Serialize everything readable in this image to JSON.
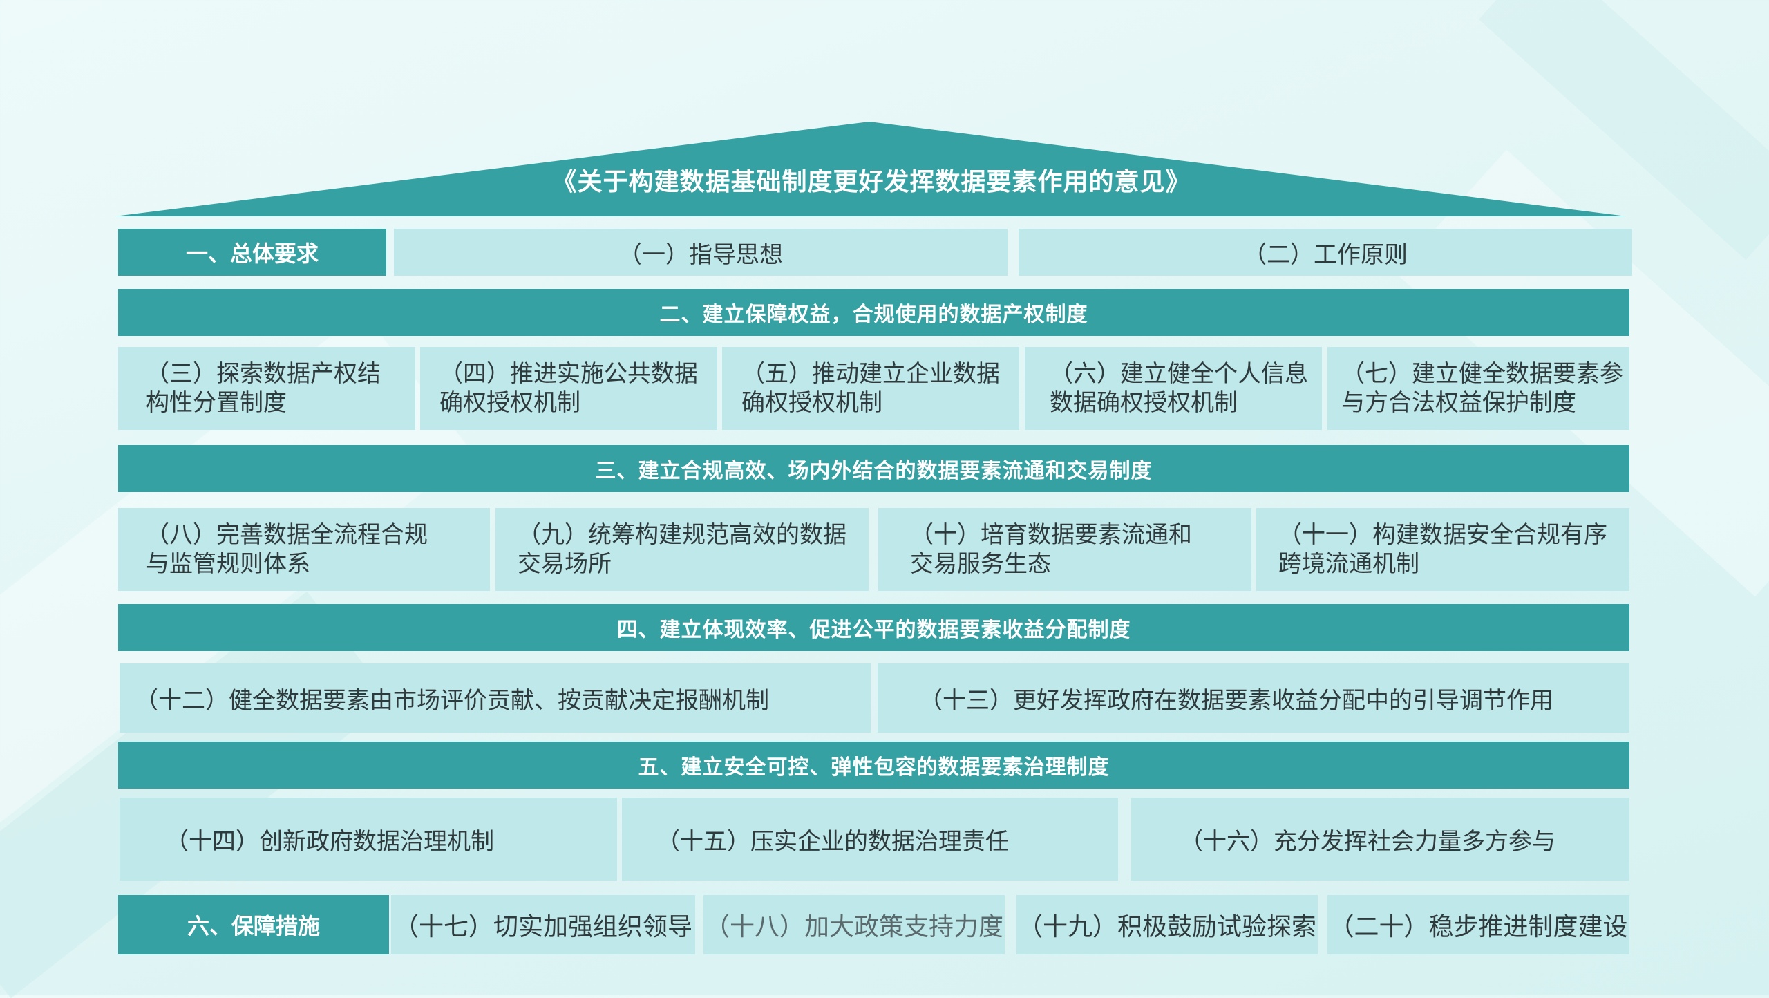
{
  "title": "《关于构建数据基础制度更好发挥数据要素作用的意见》",
  "colors": {
    "dark": "#36a1a2",
    "light": "#bfe8ea",
    "text": "#2e3a3c",
    "background": "#e4f6f6"
  },
  "section1": {
    "label": "一、总体要求",
    "items": [
      "（一）指导思想",
      "（二）工作原则"
    ]
  },
  "section2": {
    "label": "二、建立保障权益，合规使用的数据产权制度",
    "items": [
      {
        "line1": "（三）探索数据产权结",
        "line2": "构性分置制度"
      },
      {
        "line1": "（四）推进实施公共数据",
        "line2": "确权授权机制"
      },
      {
        "line1": "（五）推动建立企业数据",
        "line2": "确权授权机制"
      },
      {
        "line1": "（六）建立健全个人信息",
        "line2": "数据确权授权机制"
      },
      {
        "line1": "（七）建立健全数据要素参",
        "line2": "与方合法权益保护制度"
      }
    ]
  },
  "section3": {
    "label": "三、建立合规高效、场内外结合的数据要素流通和交易制度",
    "items": [
      {
        "line1": "（八）完善数据全流程合规",
        "line2": "与监管规则体系"
      },
      {
        "line1": "（九）统筹构建规范高效的数据",
        "line2": "交易场所"
      },
      {
        "line1": "（十）培育数据要素流通和",
        "line2": "交易服务生态"
      },
      {
        "line1": "（十一）构建数据安全合规有序",
        "line2": "跨境流通机制"
      }
    ]
  },
  "section4": {
    "label": "四、建立体现效率、促进公平的数据要素收益分配制度",
    "items": [
      "（十二）健全数据要素由市场评价贡献、按贡献决定报酬机制",
      "（十三）更好发挥政府在数据要素收益分配中的引导调节作用"
    ]
  },
  "section5": {
    "label": "五、建立安全可控、弹性包容的数据要素治理制度",
    "items": [
      "（十四）创新政府数据治理机制",
      "（十五）压实企业的数据治理责任",
      "（十六）充分发挥社会力量多方参与"
    ]
  },
  "section6": {
    "label": "六、保障措施",
    "items": [
      "（十七）切实加强组织领导",
      "（十八）加大政策支持力度",
      "（十九）积极鼓励试验探索",
      "（二十）稳步推进制度建设"
    ]
  }
}
